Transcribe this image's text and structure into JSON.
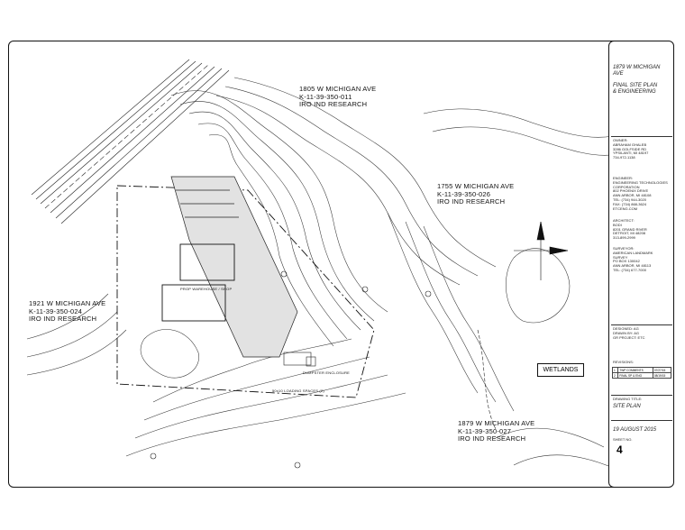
{
  "labels": {
    "parcel_north": [
      "1805 W MICHIGAN AVE",
      "K-11-39-350-011",
      "IRO IND RESEARCH"
    ],
    "parcel_east": [
      "1755 W MICHIGAN AVE",
      "K-11-39-350-026",
      "IRO IND RESEARCH"
    ],
    "parcel_west": [
      "1921 W MICHIGAN AVE",
      "K-11-39-350-024",
      "IRO IND RESEARCH"
    ],
    "parcel_south": [
      "1879 W MICHIGAN AVE",
      "K-11-39-350-027",
      "IRO IND RESEARCH"
    ],
    "wetlands": "WETLANDS",
    "prop_building": [
      "PROP WAREHOUSE / SHOP"
    ],
    "loading": "50x10 LOADING SPACES (2)",
    "dumpster": [
      "DUMPSTER ENCLOSURE"
    ]
  },
  "title_block": {
    "project": [
      "1879 W MICHIGAN",
      "AVE"
    ],
    "drawing": [
      "FINAL SITE PLAN",
      "& ENGINEERING"
    ],
    "owner_heading": "OWNER:",
    "owner": [
      "ABRAHAM GHALEB",
      "3286 GOLFSIDE RD",
      "YPSILANTI, MI 48197",
      "734-972-1138"
    ],
    "engineer_heading": "ENGINEER:",
    "engineer": [
      "ENGINEERING TECHNOLOGIES",
      "CORPORATION",
      "802 PHOENIX DRIVE",
      "ANN ARBOR, MI 48108",
      "TEL: (734) 944-3020",
      "FAX: (734) 868-3624",
      "ETCENG.COM"
    ],
    "architect_heading": "ARCHITECT:",
    "architect": [
      "BODI",
      "8201 GRAND RIVER",
      "DETROIT, MI 48208",
      "313-899-2999"
    ],
    "surveyor_heading": "SURVEYOR:",
    "surveyor": [
      "AMERICAN LANDMARK",
      "SURVEY",
      "PO BOX 130042",
      "ANN ARBOR, MI 48113",
      "TEL: (734) 677-7000"
    ],
    "designer": [
      "DESIGNED: AG",
      "DRAWN BY: AG",
      "GR PROJECT: ETC"
    ],
    "revisions_heading": "REVISIONS:",
    "revisions": [
      {
        "no": "1",
        "desc": "TWP COMMENTS",
        "date": "07/27/15"
      },
      {
        "no": "2",
        "desc": "FINAL SP & ENG",
        "date": "08/19/15"
      }
    ],
    "drawing_title_heading": "DRAWING TITLE:",
    "drawing_title": "SITE PLAN",
    "date": "19 AUGUST 2015",
    "sheet_heading": "SHEET NO.",
    "sheet_no": "4"
  }
}
